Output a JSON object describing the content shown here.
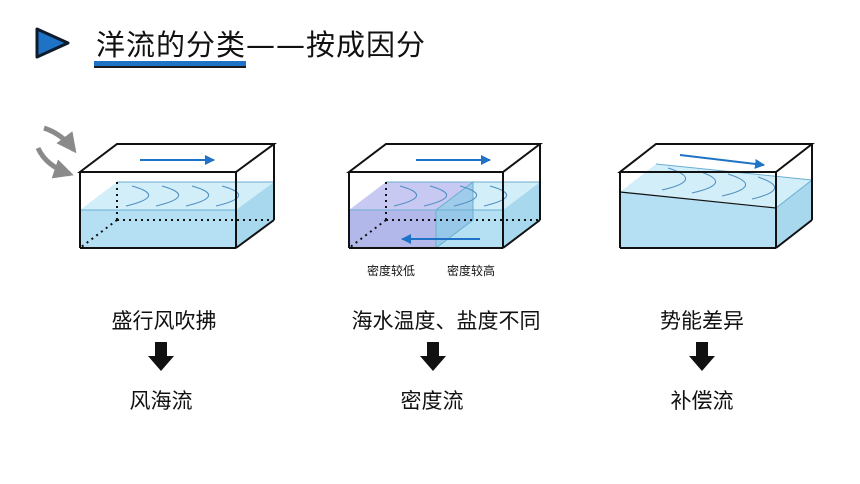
{
  "title": "洋流的分类——按成因分",
  "panels": [
    {
      "cause": "盛行风吹拂",
      "type": "风海流"
    },
    {
      "cause": "海水温度、盐度不同",
      "type": "密度流",
      "density_low": "密度较低",
      "density_high": "密度较高"
    },
    {
      "cause": "势能差异",
      "type": "补偿流"
    }
  ],
  "colors": {
    "accent_blue": "#1f73c7",
    "water": "#b5e0f3",
    "water_dense": "#b3b8ea",
    "wind_arrow": "#8a8a8a"
  }
}
